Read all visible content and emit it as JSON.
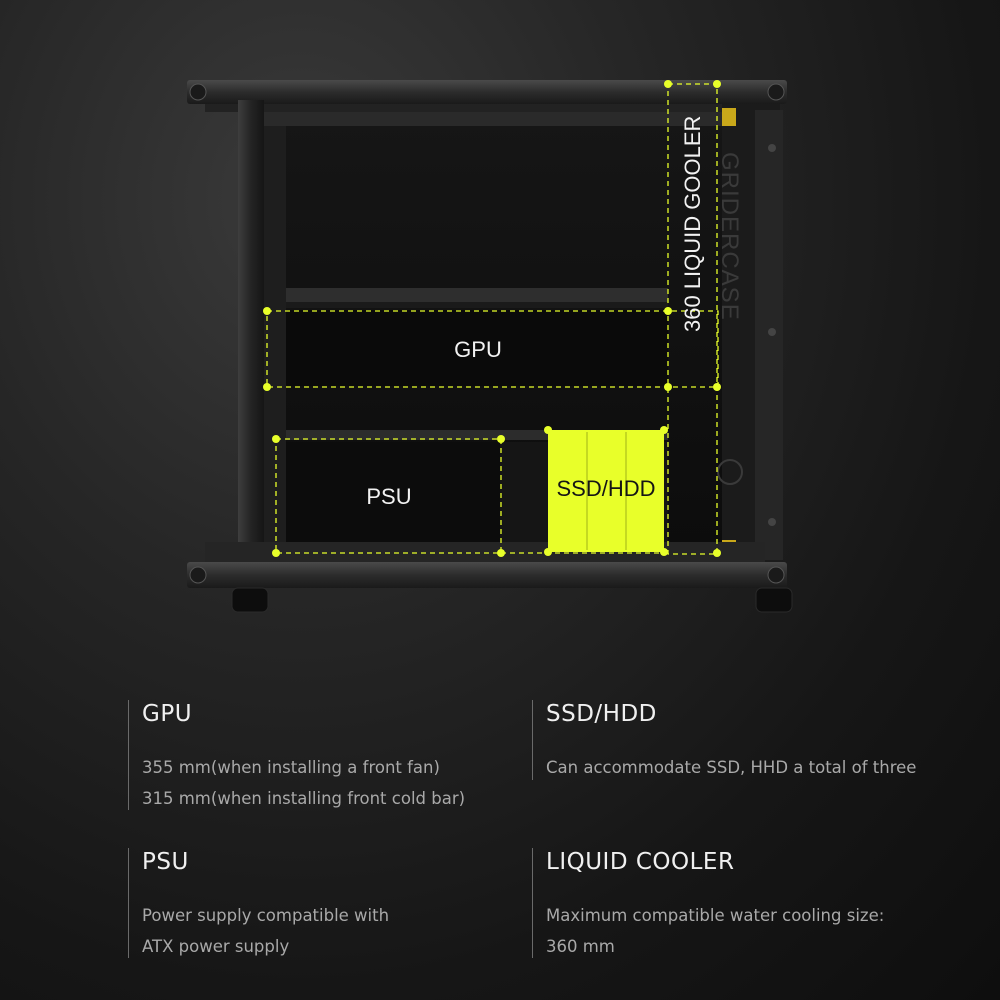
{
  "diagram": {
    "gpu_label": "GPU",
    "psu_label": "PSU",
    "storage_label": "SSD/HDD",
    "cooler_label": "360 LIQUID GOOLER",
    "brand_mark": "GRIDERCASE",
    "accent_color": "#e8ff2a",
    "frame_color": "#2b2b2b"
  },
  "specs": {
    "gpu": {
      "title": "GPU",
      "lines": [
        "355 mm(when installing a front fan)",
        "315 mm(when installing front cold bar)"
      ]
    },
    "storage": {
      "title": "SSD/HDD",
      "lines": [
        "Can accommodate SSD, HHD a total of three"
      ]
    },
    "psu": {
      "title": "PSU",
      "lines": [
        "Power supply compatible with",
        "ATX power supply"
      ]
    },
    "cooler": {
      "title": "LIQUID COOLER",
      "lines": [
        "Maximum compatible water cooling size:",
        "360 mm"
      ]
    }
  }
}
